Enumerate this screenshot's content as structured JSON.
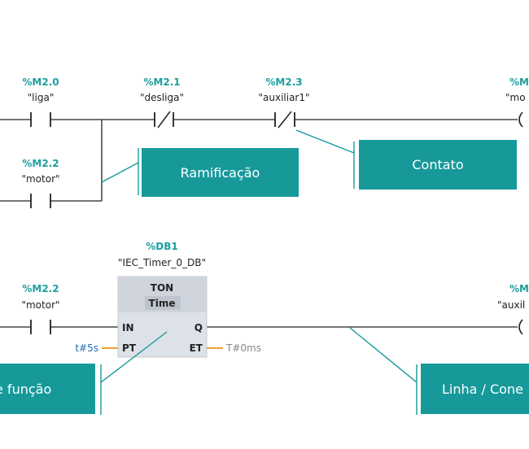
{
  "colors": {
    "accent": "#17999a",
    "wire": "#222222",
    "param_line": "#f0a030",
    "block_fill": "#dde1e8",
    "block_header": "#c9ced8"
  },
  "network1": {
    "contacts": [
      {
        "address": "%M2.0",
        "tag": "\"liga\"",
        "type": "normally-open"
      },
      {
        "address": "%M2.1",
        "tag": "\"desliga\"",
        "type": "normally-closed"
      },
      {
        "address": "%M2.3",
        "tag": "\"auxiliar1\"",
        "type": "normally-closed"
      },
      {
        "address": "%M2.2",
        "tag": "\"motor\"",
        "type": "normally-open"
      }
    ],
    "coil": {
      "address": "%M",
      "tag": "\"mo"
    }
  },
  "network2": {
    "contact": {
      "address": "%M2.2",
      "tag": "\"motor\"",
      "type": "normally-open"
    },
    "block": {
      "instance_address": "%DB1",
      "instance_name": "\"IEC_Timer_0_DB\"",
      "type": "TON",
      "subtype": "Time",
      "pins": {
        "in": "IN",
        "pt": "PT",
        "q": "Q",
        "et": "ET"
      },
      "pt_value": "t#5s",
      "et_value": "T#0ms"
    },
    "coil": {
      "address": "%M",
      "tag": "\"auxil"
    }
  },
  "callouts": {
    "ramificacao": "Ramificação",
    "contato": "Contato",
    "funcao": "e função",
    "linha": "Linha / Cone"
  }
}
